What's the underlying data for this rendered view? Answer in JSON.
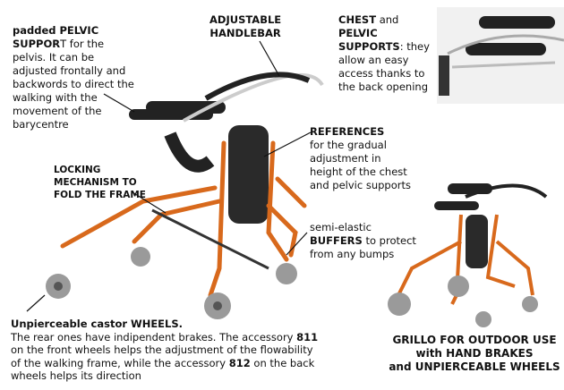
{
  "pelvic": {
    "title_bold1": "padded PELVIC",
    "title_bold2": "SUPPOR",
    "title_rest2": "T for the",
    "lines": [
      "pelvis. It can be",
      "adjusted frontally and",
      "backwords to direct the",
      "walking with the",
      "movement of the",
      "barycentre"
    ]
  },
  "handlebar": {
    "lines": [
      "ADJUSTABLE",
      "HANDLEBAR"
    ]
  },
  "chest": {
    "bold1": "CHEST",
    "rest1": " and",
    "bold2": "PELVIC",
    "bold3": "SUPPORTS",
    "rest3": ": they",
    "lines": [
      "allow an easy",
      "access thanks to",
      "the back opening"
    ]
  },
  "references": {
    "title": "REFERENCES",
    "lines": [
      "for the gradual",
      "adjustment in",
      "height of the chest",
      "and pelvic supports"
    ]
  },
  "locking": {
    "lines": [
      "LOCKING",
      "MECHANISM TO",
      "FOLD THE FRAME"
    ]
  },
  "buffers": {
    "line1": "semi-elastic",
    "bold2": "BUFFERS",
    "rest2": " to protect",
    "line3": "from any bumps"
  },
  "wheels": {
    "title": "Unpierceable castor WHEELS.",
    "l1a": "The rear ones have indipendent brakes. The accessory ",
    "l1b": "811",
    "l2": "on the front wheels helps the adjustment of the flowability",
    "l3a": "of the walking frame, while the accessory ",
    "l3b": "812",
    "l3c": " on the back",
    "l4": "wheels helps its direction"
  },
  "outdoor": {
    "lines": [
      "GRILLO FOR OUTDOOR USE",
      "with HAND BRAKES",
      "and UNPIERCEABLE WHEELS"
    ]
  },
  "colors": {
    "frame": "#d8691c",
    "pad": "#222222",
    "wheel": "#9a9a9a"
  }
}
